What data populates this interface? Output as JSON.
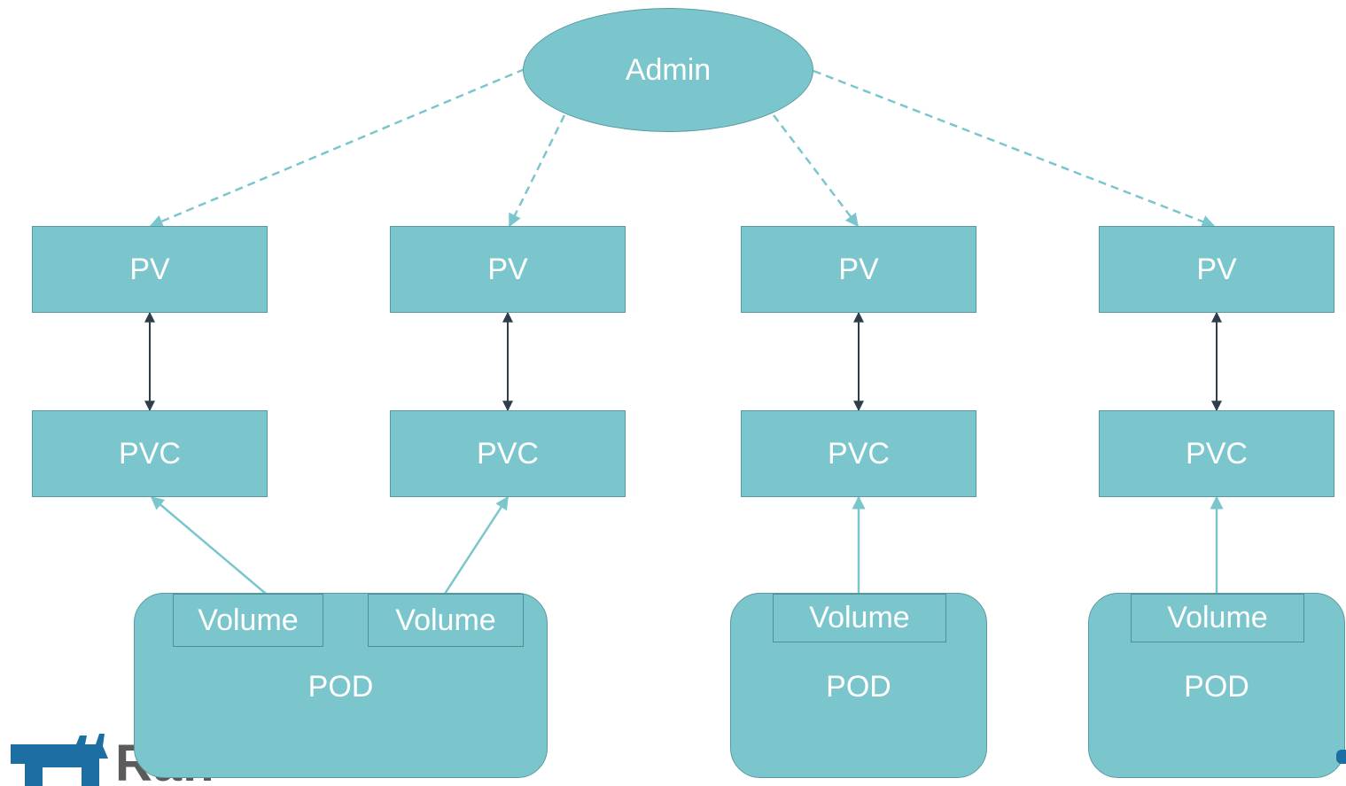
{
  "admin": {
    "label": "Admin"
  },
  "pv_label": "PV",
  "pvc_label": "PVC",
  "pod_label": "POD",
  "volume_label": "Volume",
  "logo": {
    "text": "Rancher"
  },
  "colors": {
    "node_fill": "#7bc6cd",
    "node_text": "#ffffff",
    "dashed_edge": "#7bc6cd",
    "bind_edge": "#2f3e4c",
    "mount_edge": "#7bc6cd",
    "logo_blue": "#1d6fa3"
  },
  "columns": [
    {
      "pv": "PV",
      "pvc": "PVC"
    },
    {
      "pv": "PV",
      "pvc": "PVC"
    },
    {
      "pv": "PV",
      "pvc": "PVC"
    },
    {
      "pv": "PV",
      "pvc": "PVC"
    }
  ],
  "pods": [
    {
      "label": "POD",
      "volumes": [
        "Volume",
        "Volume"
      ]
    },
    {
      "label": "POD",
      "volumes": [
        "Volume"
      ]
    },
    {
      "label": "POD",
      "volumes": [
        "Volume"
      ]
    }
  ]
}
